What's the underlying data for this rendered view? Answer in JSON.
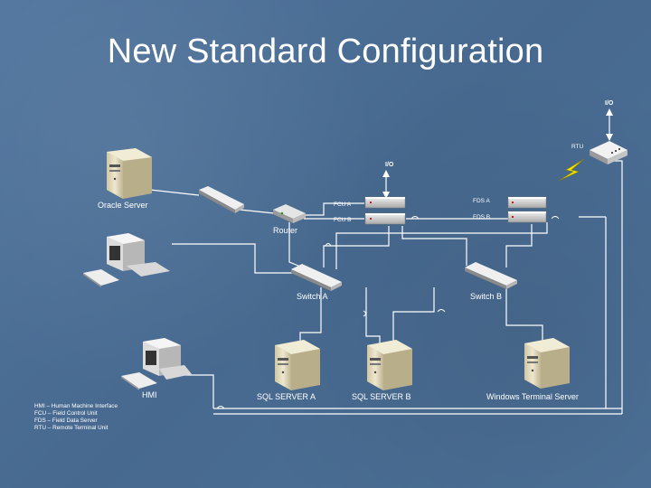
{
  "title": "New Standard Configuration",
  "labels": {
    "oracle_server": "Oracle Server",
    "router": "Router",
    "hmi": "HMI",
    "io_top": "I/O",
    "io_rtu": "I/O",
    "rtu": "RTU",
    "fcu_a": "FCU A",
    "fcu_b": "FCU B",
    "fds_a": "FDS A",
    "fds_b": "FDS B",
    "switch_a": "Switch A",
    "switch_b": "Switch B",
    "sql_server_a": "SQL SERVER A",
    "sql_server_b": "SQL SERVER B",
    "windows_terminal_server": "Windows Terminal Server"
  },
  "legend": [
    "HMI – Human Machine Interface",
    "FCU – Field Control Unit",
    "FDS – Field Data Server",
    "RTU – Remote Terminal Unit"
  ],
  "colors": {
    "background": "#4a6d95",
    "line": "#ffffff",
    "server_beige": "#e9e2c6",
    "device_gray": "#d6d6d6",
    "lightning": "#f5e400"
  }
}
